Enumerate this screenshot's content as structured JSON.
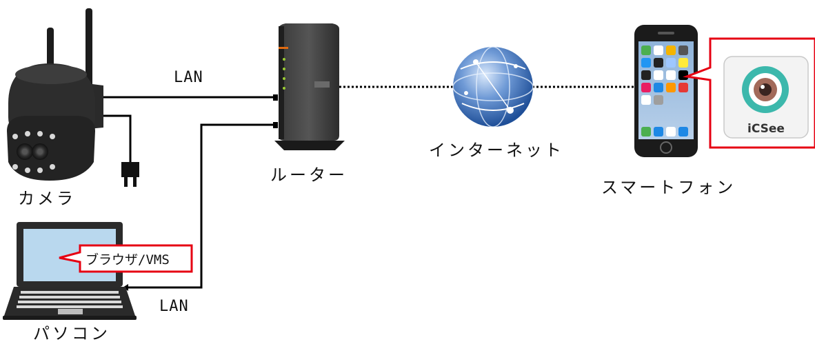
{
  "devices": {
    "camera": {
      "label": "カメラ"
    },
    "pc": {
      "label": "パソコン"
    },
    "router": {
      "label": "ルーター"
    },
    "internet": {
      "label": "インターネット"
    },
    "smartphone": {
      "label": "スマートフォン"
    }
  },
  "links": {
    "camera_router": {
      "label": "LAN"
    },
    "pc_router": {
      "label": "LAN"
    }
  },
  "callouts": {
    "browser_vms": {
      "label": "ブラウザ/VMS"
    },
    "app": {
      "label": "iCSee"
    }
  },
  "colors": {
    "callout_border": "#e60012",
    "app_ring": "#3cb8ac",
    "device_dark": "#2a2a2a",
    "globe_blue": "#3b6fb5"
  }
}
